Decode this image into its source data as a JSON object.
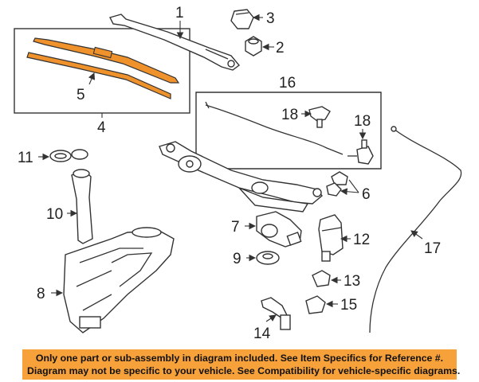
{
  "callouts": {
    "c1": "1",
    "c2": "2",
    "c3": "3",
    "c4": "4",
    "c5": "5",
    "c6": "6",
    "c7": "7",
    "c8": "8",
    "c9": "9",
    "c10": "10",
    "c11": "11",
    "c12": "12",
    "c13": "13",
    "c14": "14",
    "c15": "15",
    "c16": "16",
    "c17": "17",
    "c18a": "18",
    "c18b": "18"
  },
  "notice": {
    "line1": "Only one part or sub-assembly in diagram included. See Item Specifics for Reference #.",
    "line2": "Diagram may not be specific to your vehicle. See Compatibility for vehicle-specific diagrams."
  },
  "colors": {
    "highlight": "#f0922c",
    "notice_bg": "#f7a13b",
    "line": "#333333"
  }
}
